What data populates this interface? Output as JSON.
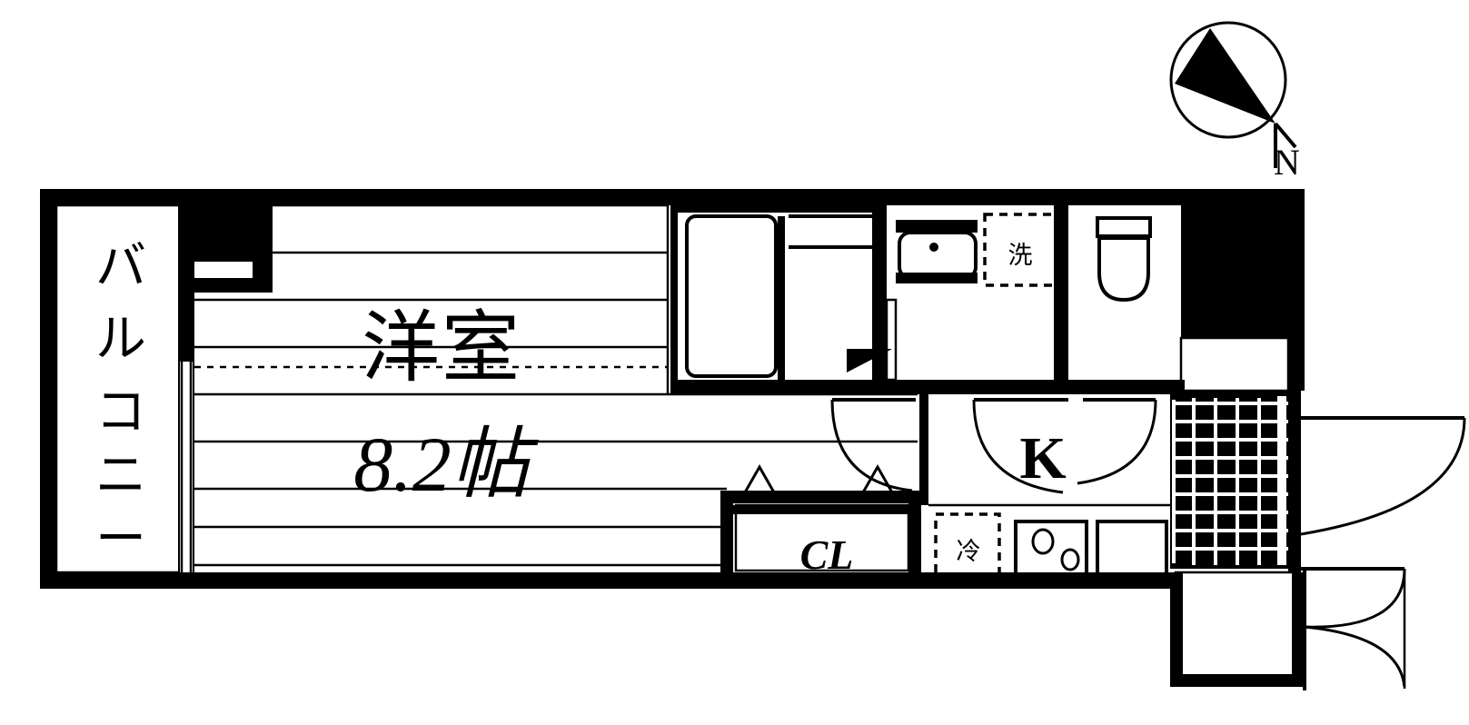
{
  "plan": {
    "type": "residential-floor-plan",
    "layout_code": "1K",
    "ink_color": "#000000",
    "background_color": "#ffffff"
  },
  "compass": {
    "name": "north-compass",
    "label": "N",
    "needle_direction": "northwest"
  },
  "rooms": {
    "balcony": {
      "label": "バルコニー",
      "characters": [
        "バ",
        "ル",
        "コ",
        "ニ",
        "ー"
      ],
      "orientation": "vertical"
    },
    "main_room": {
      "name": "洋室",
      "size": "8.2帖",
      "size_value": 8.2,
      "size_unit": "帖"
    },
    "closet": {
      "label": "CL"
    },
    "kitchen": {
      "label": "K"
    }
  },
  "fixtures": {
    "washer": {
      "label": "洗",
      "name": "washing-machine-space"
    },
    "fridge": {
      "label": "冷",
      "name": "refrigerator-space"
    },
    "bathtub": {
      "name": "bathtub"
    },
    "toilet": {
      "name": "toilet"
    },
    "vanity_sink": {
      "name": "vanity-sink"
    },
    "stove": {
      "name": "stove-two-burner"
    },
    "kitchen_sink": {
      "name": "kitchen-sink"
    },
    "entrance": {
      "name": "entrance-genkan-tile"
    },
    "shoe_box": {
      "name": "shoe-cabinet"
    }
  }
}
